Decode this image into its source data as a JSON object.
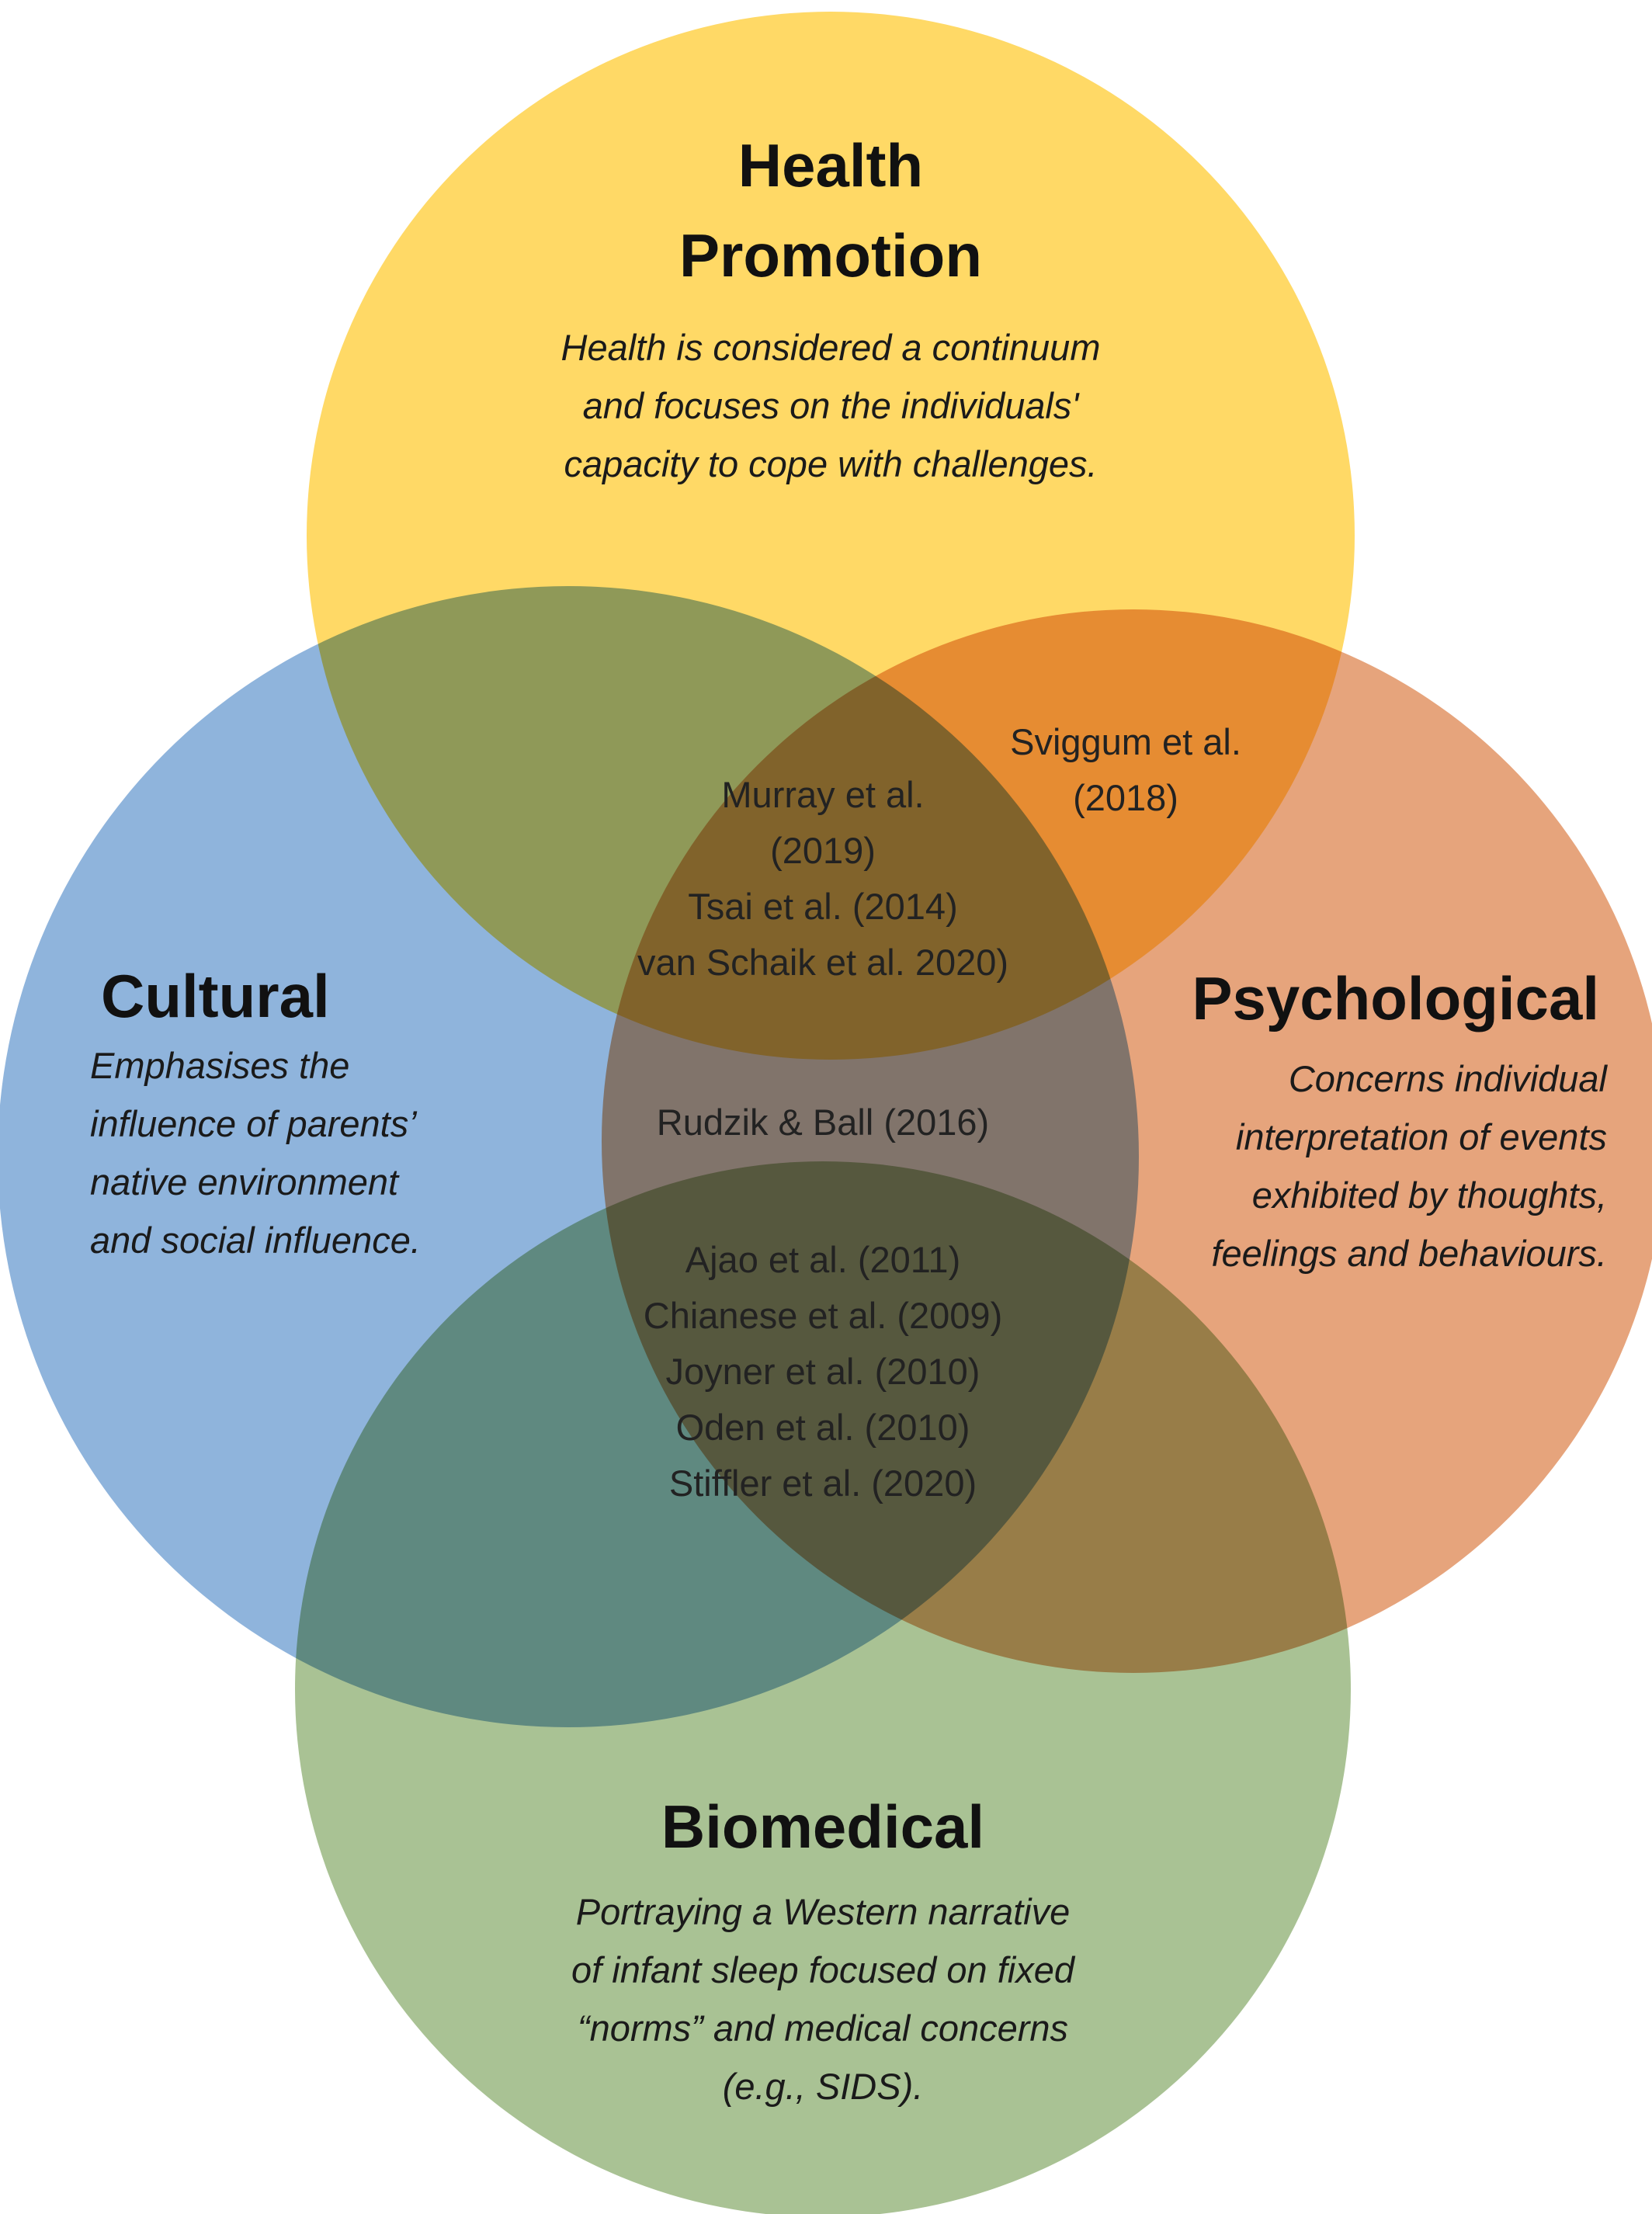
{
  "colors": {
    "health_promotion": "#FFD966",
    "cultural": "#8FB4DC",
    "psychological": "#E6A47C",
    "biomedical": "#A9C294"
  },
  "health_promotion": {
    "title_line1": "Health",
    "title_line2": "Promotion",
    "desc_line1": "Health is considered a continuum",
    "desc_line2": "and focuses on the individuals'",
    "desc_line3": "capacity to cope with challenges."
  },
  "cultural": {
    "title": "Cultural",
    "desc_line1": "Emphasises the",
    "desc_line2": "influence of parents’",
    "desc_line3": "native environment",
    "desc_line4": "and social influence."
  },
  "psychological": {
    "title": "Psychological",
    "desc_line1": "Concerns individual",
    "desc_line2": "interpretation of events",
    "desc_line3": "exhibited by thoughts,",
    "desc_line4": "feelings and behaviours."
  },
  "biomedical": {
    "title": "Biomedical",
    "desc_line1": "Portraying a Western narrative",
    "desc_line2": "of infant sleep focused on fixed",
    "desc_line3": "“norms” and medical concerns",
    "desc_line4": "(e.g., SIDS)."
  },
  "overlaps": {
    "health_psych": [
      "Sviggum et al.",
      "(2018)"
    ],
    "health_cultural_psych": [
      "Murray et al.",
      "(2019)",
      "Tsai et al. (2014)",
      "van Schaik et al. 2020)"
    ],
    "cultural_psych": [
      "Rudzik & Ball (2016)"
    ],
    "cultural_psych_biomedical": [
      "Ajao et al. (2011)",
      "Chianese et al. (2009)",
      "Joyner et al. (2010)",
      "Oden et al. (2010)",
      "Stiffler et al. (2020)"
    ]
  }
}
